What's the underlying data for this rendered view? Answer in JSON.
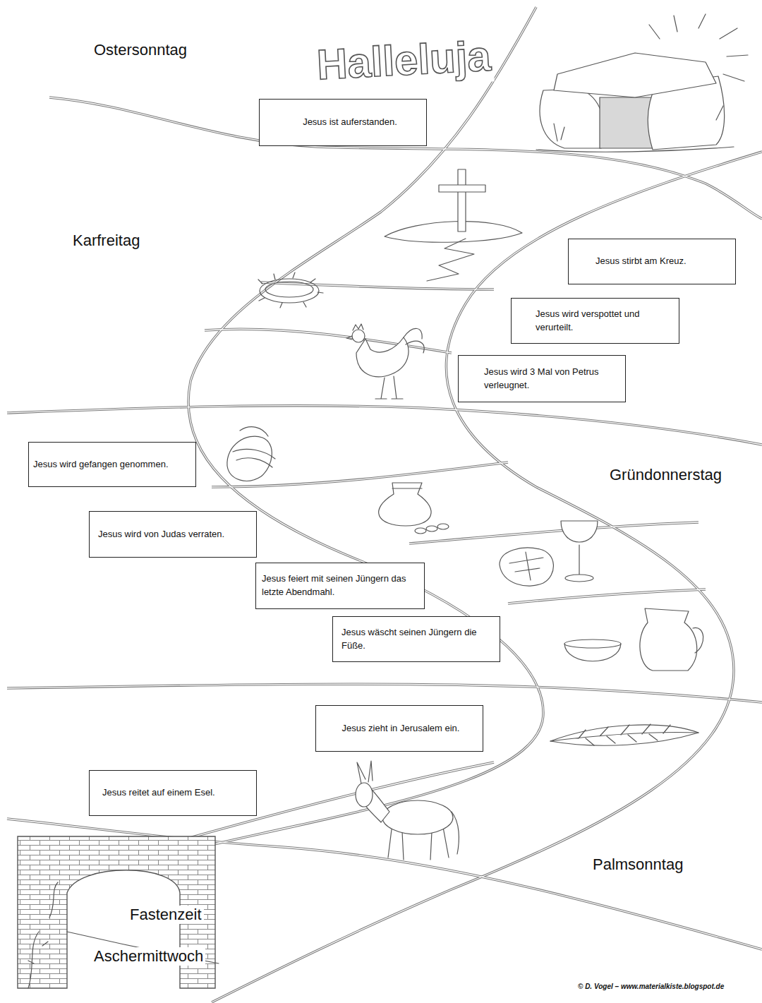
{
  "diagram": {
    "nodes": [
      {
        "text": [
          "Jesus ist auferstanden."
        ]
      },
      {
        "text": [
          "Jesus stirbt am Kreuz."
        ]
      },
      {
        "text": [
          "Jesus wird verspottet und verurteilt."
        ]
      },
      {
        "text": [
          "Jesus wird 3 Mal von Petrus verleugnet."
        ]
      },
      {
        "text": [
          "Jesus wird gefangen genommen."
        ]
      },
      {
        "text": [
          "Jesus wird von Judas verraten."
        ]
      },
      {
        "text": [
          "Jesus feiert mit seinen Jüngern das letzte Abendmahl."
        ]
      },
      {
        "text": [
          "Jesus wäscht seinen Jüngern die Füße."
        ]
      },
      {
        "text": [
          "Jesus zieht in Jerusalem ein."
        ]
      },
      {
        "text": [
          "Jesus reitet auf einem Esel."
        ]
      }
    ],
    "labels": [
      "Halleluja",
      "Ostersonntag",
      "Karfreitag",
      "Gründonnerstag",
      "Palmsonntag",
      "Fastenzeit",
      "Aschermittwoch",
      "© D. Vogel – www.materialkiste.blogspot.de"
    ]
  }
}
